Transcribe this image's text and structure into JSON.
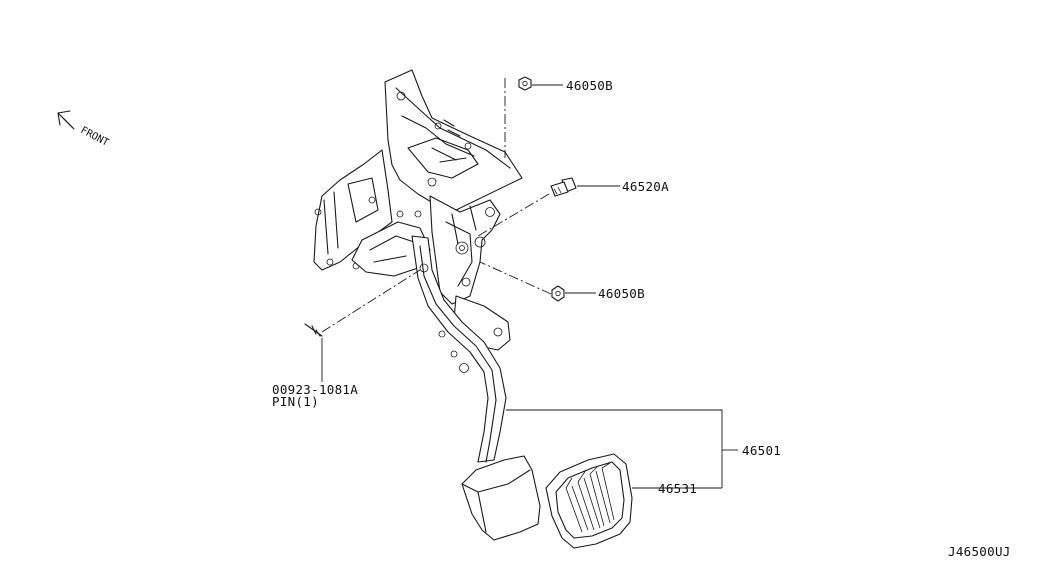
{
  "diagram": {
    "front_label": "FRONT",
    "diagram_id": "J46500UJ",
    "callouts": [
      {
        "part_no": "46050B"
      },
      {
        "part_no": "46520A"
      },
      {
        "part_no": "46050B"
      },
      {
        "part_no": "00923-1081A",
        "note": "PIN(1)"
      },
      {
        "part_no": "46501"
      },
      {
        "part_no": "46531"
      }
    ]
  }
}
